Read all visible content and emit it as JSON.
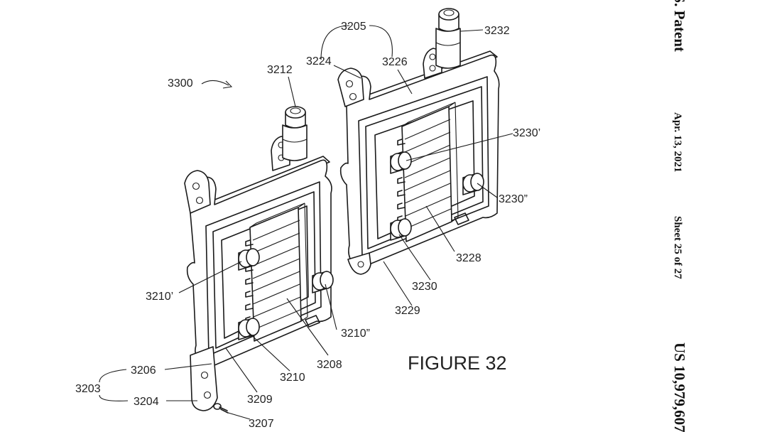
{
  "header": {
    "title": "U.S. Patent",
    "date": "Apr. 13, 2021",
    "sheet": "Sheet 25 of 27",
    "patent_number": "US 10,979,607"
  },
  "figure": {
    "caption": "FIGURE 32",
    "reference_labels": {
      "r3300": "3300",
      "r3205": "3205",
      "r3224": "3224",
      "r3226": "3226",
      "r3212": "3212",
      "r3232": "3232",
      "r3230p": "3230’",
      "r3230pp": "3230”",
      "r3228": "3228",
      "r3230": "3230",
      "r3229": "3229",
      "r3210p": "3210’",
      "r3210pp": "3210”",
      "r3208": "3208",
      "r3210": "3210",
      "r3209": "3209",
      "r3206": "3206",
      "r3203": "3203",
      "r3204": "3204",
      "r3207": "3207"
    }
  }
}
